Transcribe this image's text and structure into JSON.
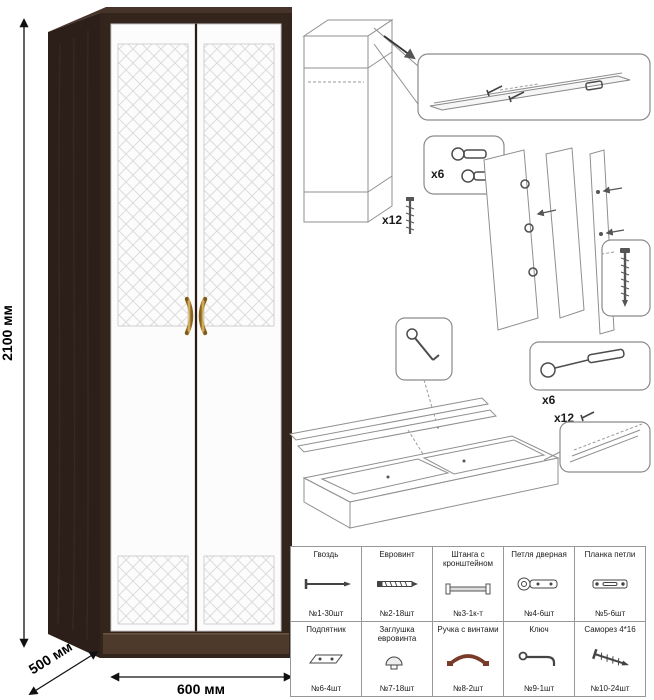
{
  "sheet": {
    "dimensions": {
      "height": "2100 мм",
      "depth": "500 мм",
      "width": "600 мм"
    },
    "diagram_labels": {
      "hinges_top": "x6",
      "screws_top": "x12",
      "hinges_bottom": "x6",
      "screws_bottom": "x12"
    },
    "colors": {
      "carcass_front": "#33241c",
      "carcass_side": "#2c1f19",
      "carcass_top": "#46332a",
      "door_white": "#fcfcfc",
      "handle_gold": "#c9a14a",
      "table_handle_red": "#7a3a28",
      "diagram_line_gray": "#8f8f8f"
    },
    "parts_table": {
      "rows": [
        [
          {
            "name": "Гвоздь",
            "count": "№1-30шт",
            "icon": "nail-icon"
          },
          {
            "name": "Евровинт",
            "count": "№2-18шт",
            "icon": "euroscrew-icon"
          },
          {
            "name": "Штанга с кронштейном",
            "count": "№3-1к-т",
            "icon": "rod-icon"
          },
          {
            "name": "Петля дверная",
            "count": "№4-6шт",
            "icon": "door-hinge-icon"
          },
          {
            "name": "Планка петли",
            "count": "№5-6шт",
            "icon": "hinge-plate-icon"
          }
        ],
        [
          {
            "name": "Подпятник",
            "count": "№6-4шт",
            "icon": "foot-glide-icon"
          },
          {
            "name": "Заглушка евровинта",
            "count": "№7-18шт",
            "icon": "screw-cap-icon"
          },
          {
            "name": "Ручка с винтами",
            "count": "№8-2шт",
            "icon": "handle-icon"
          },
          {
            "name": "Ключ",
            "count": "№9-1шт",
            "icon": "key-icon"
          },
          {
            "name": "Саморез 4*16",
            "count": "№10-24шт",
            "icon": "selftapping-screw-icon"
          }
        ]
      ]
    }
  }
}
